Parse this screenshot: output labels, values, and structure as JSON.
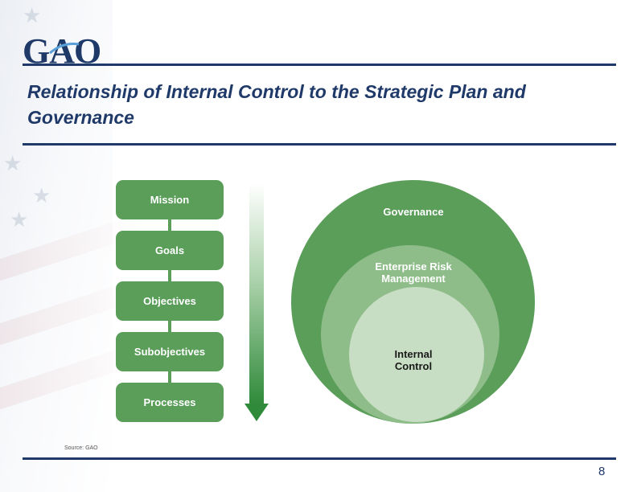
{
  "logo": {
    "text": "GAO"
  },
  "title": "Relationship of Internal Control to the Strategic Plan and Governance",
  "steps": [
    "Mission",
    "Goals",
    "Objectives",
    "Subobjectives",
    "Processes"
  ],
  "circles": {
    "outer": "Governance",
    "middle_line1": "Enterprise Risk",
    "middle_line2": "Management",
    "inner_line1": "Internal",
    "inner_line2": "Control"
  },
  "source": "Source: GAO",
  "page_number": "8",
  "colors": {
    "brand_navy": "#1f3a68",
    "box_green": "#5a9e5a",
    "middle_green": "#8fbd8a",
    "inner_green": "#c8dec4",
    "arrow_green": "#2f8a3a"
  }
}
